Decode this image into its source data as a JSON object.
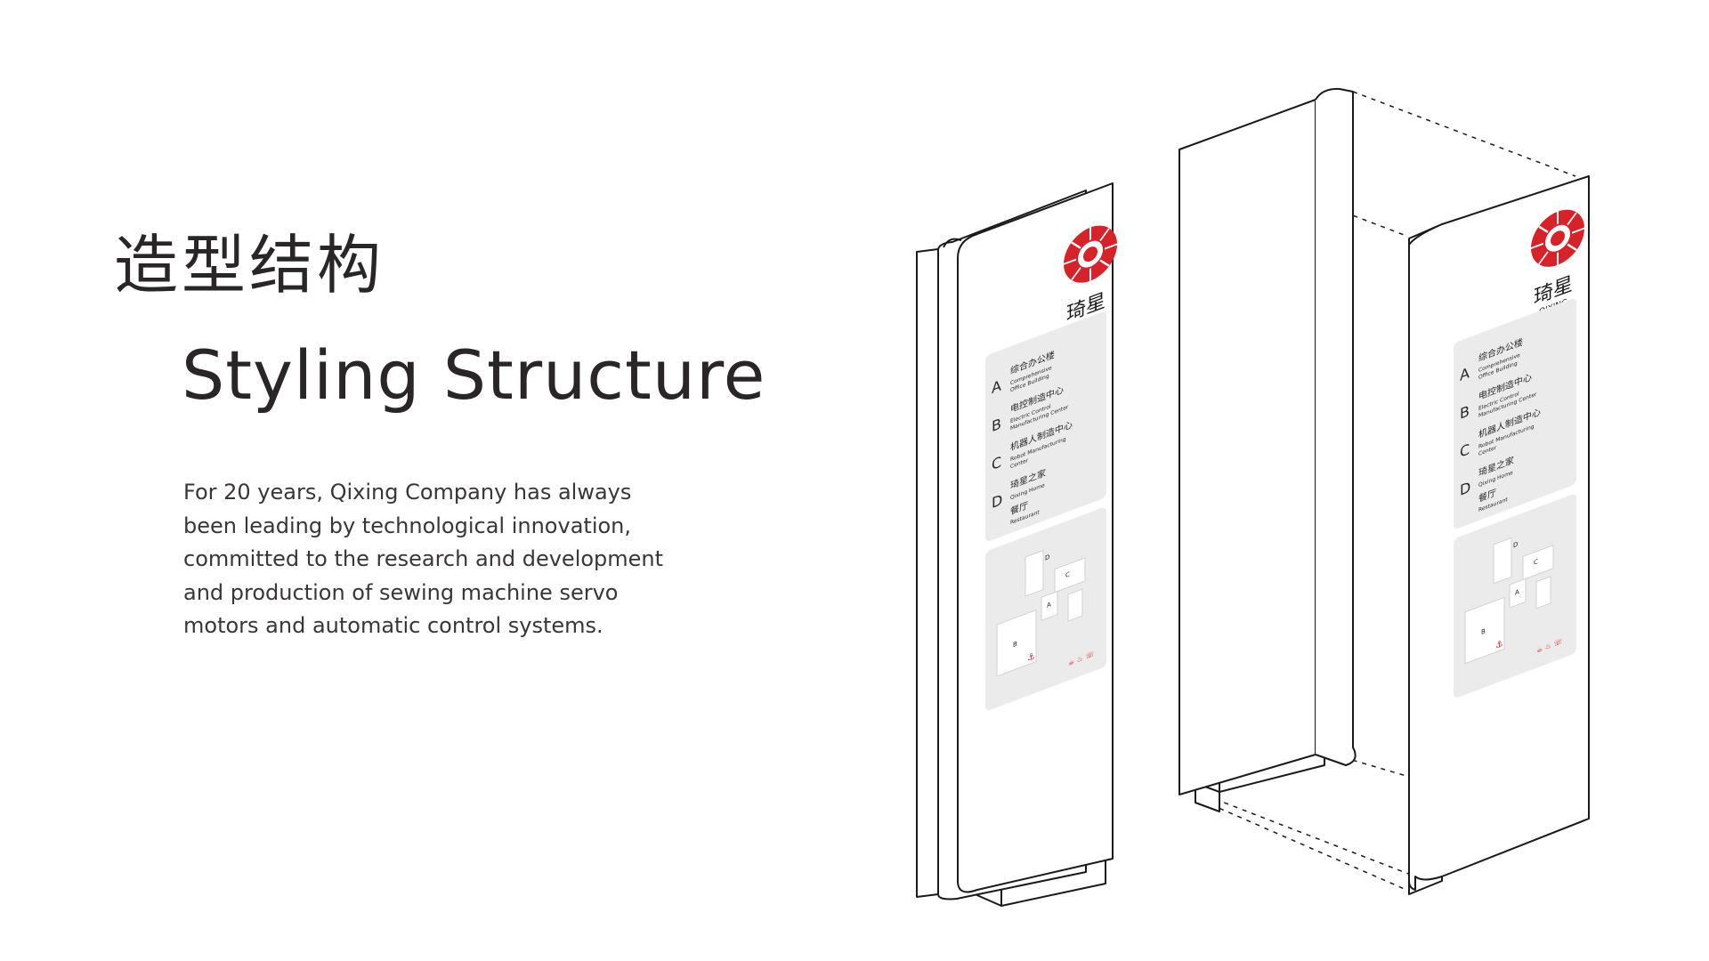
{
  "heading": {
    "chinese": "造型结构",
    "english": "Styling Structure"
  },
  "description": {
    "lines": [
      "For 20 years, Qixing Company has always",
      "been leading by technological innovation,",
      "committed to the research and development",
      "and production of sewing machine servo",
      "motors and automatic control systems."
    ]
  },
  "sign": {
    "brand_cn": "琦星",
    "brand_en": "QIXING",
    "directory": [
      {
        "letter": "A",
        "cn": "综合办公楼",
        "en1": "Comprehensive",
        "en2": "Office Building"
      },
      {
        "letter": "B",
        "cn": "电控制造中心",
        "en1": "Electric Control",
        "en2": "Manufacturing Center"
      },
      {
        "letter": "C",
        "cn": "机器人制造中心",
        "en1": "Robot Manufacturing",
        "en2": "Center"
      },
      {
        "letter": "D",
        "cn": "琦星之家",
        "en1": "Qixing Home",
        "en2": ""
      }
    ],
    "extra_cn": "餐厅",
    "extra_en": "Restaurant",
    "map_labels": [
      "D",
      "C",
      "A",
      "B"
    ]
  },
  "colors": {
    "brand_red": "#d6232a",
    "panel_grey": "#ebebeb",
    "line": "#1a1a1a",
    "text": "#2a2526"
  }
}
